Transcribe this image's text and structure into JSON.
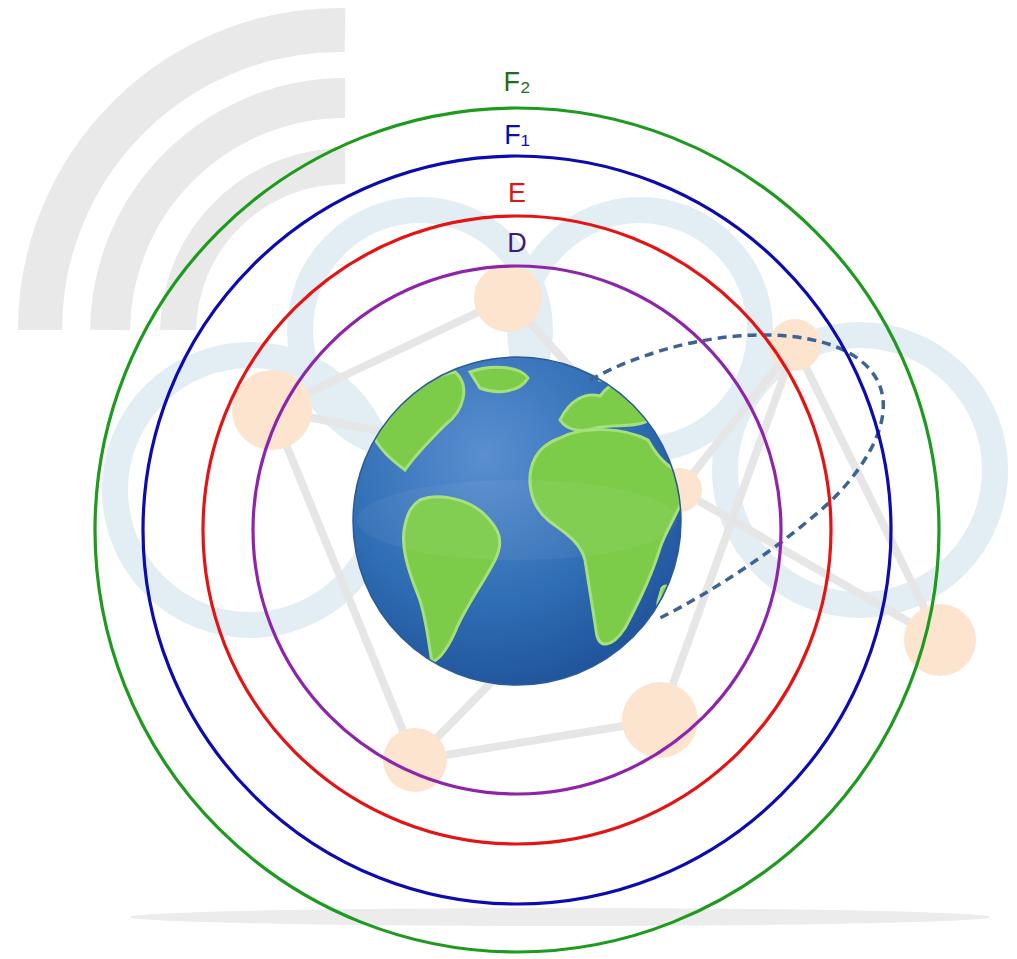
{
  "diagram": {
    "nodes": [
      {
        "text": [
          "F₂"
        ]
      },
      {
        "text": [
          "F₁"
        ],
        "in": 0
      },
      {
        "text": [
          "E"
        ],
        "in": 1
      },
      {
        "text": [
          "D"
        ],
        "in": 2
      }
    ]
  }
}
